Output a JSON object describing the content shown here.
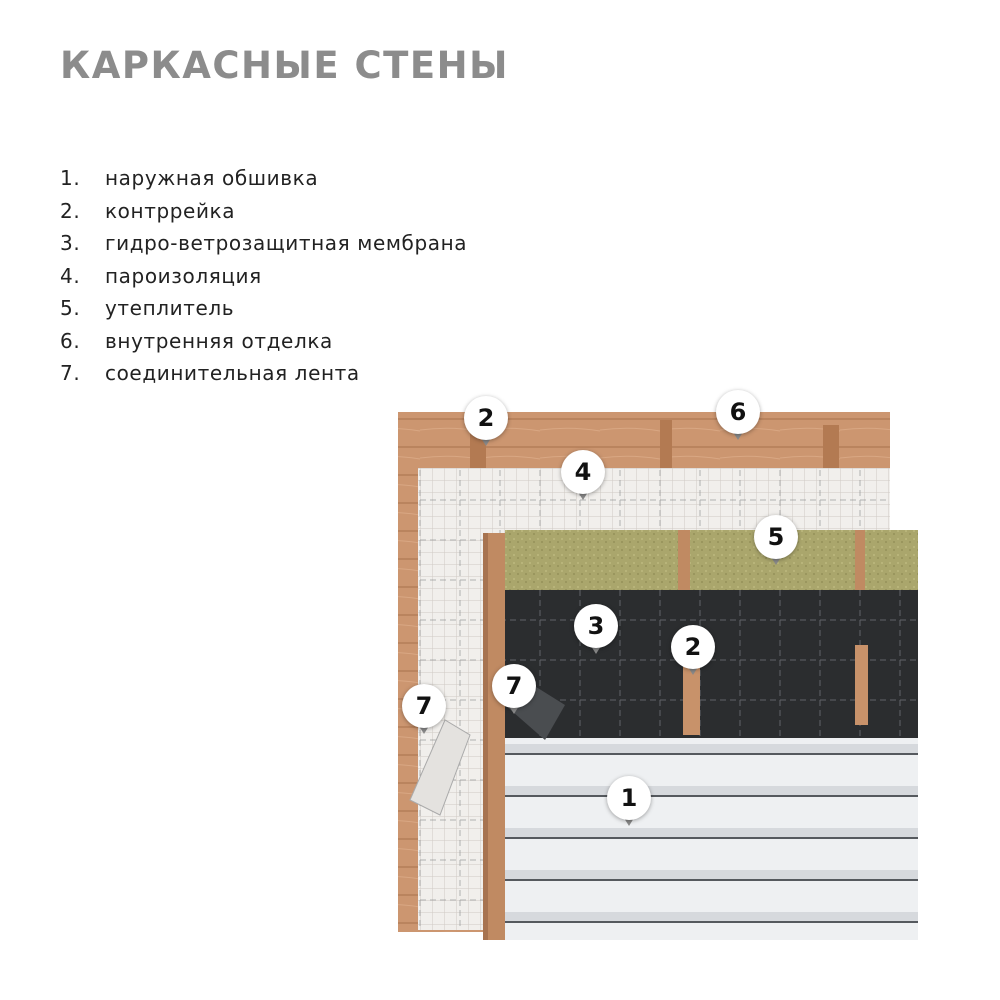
{
  "title": "КАРКАСНЫЕ СТЕНЫ",
  "legend": [
    {
      "num": "1.",
      "label": "наружная обшивка"
    },
    {
      "num": "2.",
      "label": "контррейка"
    },
    {
      "num": "3.",
      "label": "гидро-ветрозащитная мембрана"
    },
    {
      "num": "4.",
      "label": "пароизоляция"
    },
    {
      "num": "5.",
      "label": "утеплитель"
    },
    {
      "num": "6.",
      "label": "внутренняя отделка"
    },
    {
      "num": "7.",
      "label": "соединительная лента"
    }
  ],
  "markers": [
    "2",
    "6",
    "4",
    "5",
    "3",
    "2",
    "7",
    "7",
    "1"
  ],
  "colors": {
    "title": "#8c8c8c",
    "wood": "#c8926a",
    "insulation": "#a9a66e",
    "membrane": "#2b2d2f",
    "siding": "#eef0f2",
    "pointer": "#8a8a8a"
  }
}
